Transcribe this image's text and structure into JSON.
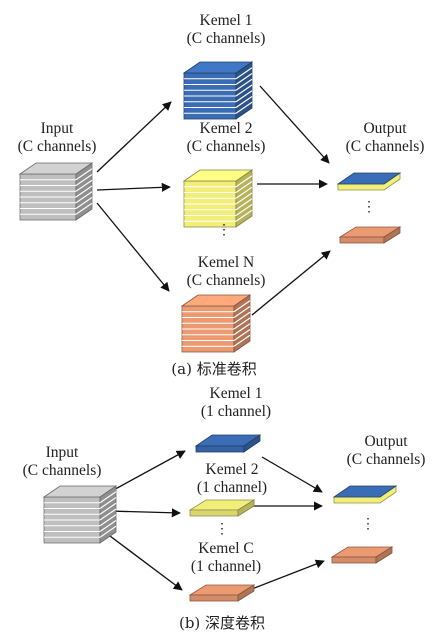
{
  "colors": {
    "gray": "#bfbfbf",
    "blue": "#3a6db5",
    "yellow": "#f2ee7a",
    "orange": "#eb9a72"
  },
  "panel_a": {
    "input_label": "Input",
    "input_sub": "(C channels)",
    "kernel1_label": "Kemel 1",
    "kernel1_sub": "(C channels)",
    "kernel2_label": "Kemel 2",
    "kernel2_sub": "(C channels)",
    "kernelN_label": "Kemel N",
    "kernelN_sub": "(C channels)",
    "output_label": "Output",
    "output_sub": "(C channels)",
    "ellipsis": "⋮",
    "caption": "(a) 标准卷积"
  },
  "panel_b": {
    "input_label": "Input",
    "input_sub": "(C channels)",
    "kernel1_label": "Kemel 1",
    "kernel1_sub": "(1 channel)",
    "kernel2_label": "Kemel 2",
    "kernel2_sub": "(1 channel)",
    "kernelC_label": "Kemel C",
    "kernelC_sub": "(1 channel)",
    "output_label": "Output",
    "output_sub": "(C channels)",
    "ellipsis": "⋮",
    "caption": "(b) 深度卷积"
  }
}
